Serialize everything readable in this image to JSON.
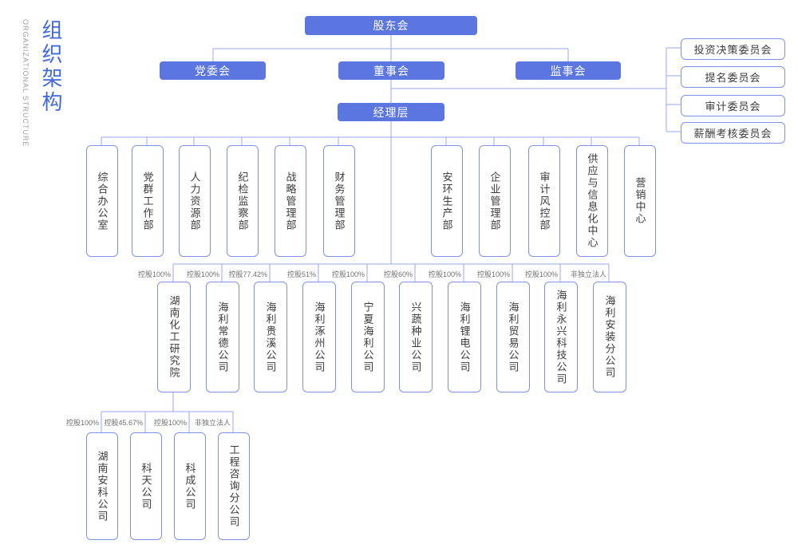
{
  "sidebar": {
    "title_cn": "组织架构",
    "title_en": "ORGANIZATIONAL STRUCTURE"
  },
  "top_nodes": {
    "shareholders": "股东会",
    "party_committee": "党委会",
    "board": "董事会",
    "supervisory": "监事会",
    "management": "经理层"
  },
  "committees": [
    "投资决策委员会",
    "提名委员会",
    "审计委员会",
    "薪酬考核委员会"
  ],
  "departments": [
    "综合办公室",
    "党群工作部",
    "人力资源部",
    "纪检监察部",
    "战略管理部",
    "财务管理部",
    "安环生产部",
    "企业管理部",
    "审计风控部",
    "供应与信息化中心",
    "营销中心"
  ],
  "subsidiaries": [
    {
      "name": "湖南化工研究院",
      "label": "控股100%"
    },
    {
      "name": "海利常德公司",
      "label": "控股100%"
    },
    {
      "name": "海利贵溪公司",
      "label": "控股77.42%"
    },
    {
      "name": "海利涿州公司",
      "label": "控股51%"
    },
    {
      "name": "宁夏海利公司",
      "label": "控股100%"
    },
    {
      "name": "兴蔬种业公司",
      "label": "控股60%"
    },
    {
      "name": "海利锂电公司",
      "label": "控股100%"
    },
    {
      "name": "海利贸易公司",
      "label": "控股100%"
    },
    {
      "name": "海利永兴科技公司",
      "label": "控股100%"
    },
    {
      "name": "海利安装分公司",
      "label": "非独立法人"
    }
  ],
  "research_children": [
    {
      "name": "湖南安科公司",
      "label": "控股100%"
    },
    {
      "name": "科天公司",
      "label": "控股45.67%"
    },
    {
      "name": "科成公司",
      "label": "控股100%"
    },
    {
      "name": "工程咨询分公司",
      "label": "非独立法人"
    }
  ],
  "colors": {
    "node_fill": "#5b76e0",
    "node_border": "#7e92e8",
    "connector": "#97a7ec",
    "title_blue": "#4168e1",
    "title_gray": "#9aa0a8",
    "text_dark": "#3c3c3c",
    "label_gray": "#707070"
  }
}
